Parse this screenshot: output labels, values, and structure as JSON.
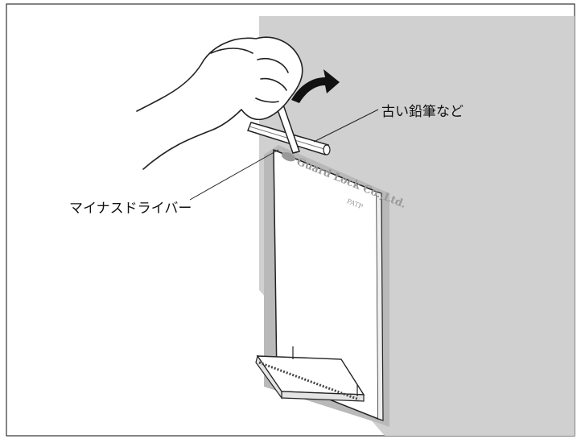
{
  "labels": {
    "pencil": "古い鉛筆など",
    "screwdriver": "マイナスドライバー"
  },
  "plate": {
    "brand": "Guard Lock Co.,Ltd.",
    "mark": "PATP"
  },
  "colors": {
    "wall": "#d0d0d1",
    "plate": "#ffffff",
    "line": "#222222",
    "arrow": "#111111"
  }
}
